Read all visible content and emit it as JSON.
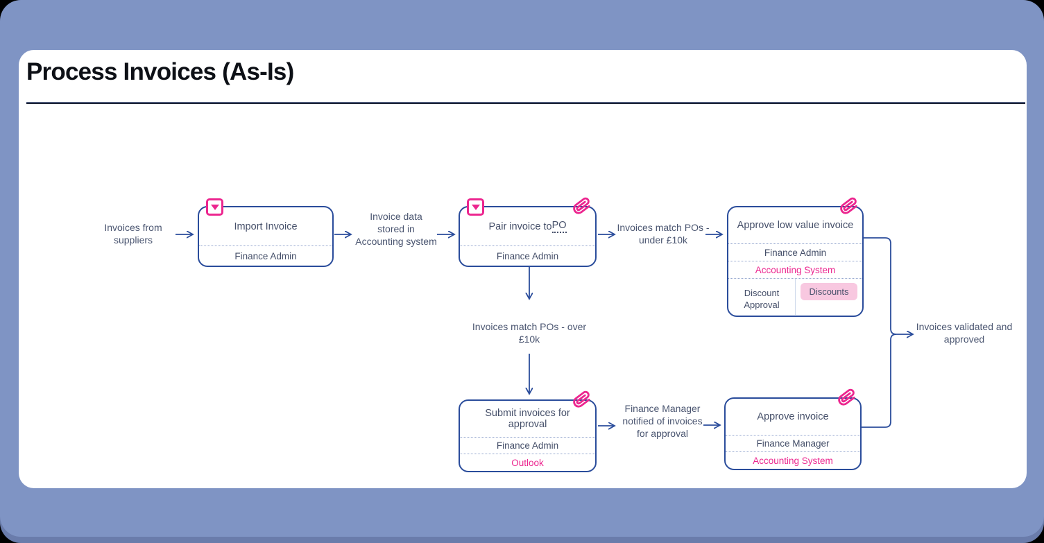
{
  "header": {
    "title": "Process Invoices (As-Is)"
  },
  "colors": {
    "background_blue": "#7F94C4",
    "line_navy": "#2A4C9B",
    "accent_pink": "#EC268F",
    "badge_pink_bg": "#F8C8E0",
    "text_slate": "#454F69"
  },
  "flow_labels": {
    "input": "Invoices from suppliers",
    "invoice_data_stored": "Invoice data stored in Accounting system",
    "match_under_10k": "Invoices match POs - under £10k",
    "match_over_10k": "Invoices match POs - over £10k",
    "manager_notified": "Finance Manager notified of invoices for approval",
    "output": "Invoices validated and approved"
  },
  "boxes": {
    "import_invoice": {
      "title": "Import Invoice",
      "role": "Finance Admin"
    },
    "pair_invoice": {
      "title_prefix": "Pair invoice to ",
      "title_term": "PO",
      "role": "Finance Admin"
    },
    "approve_low_value": {
      "title": "Approve low value invoice",
      "role": "Finance Admin",
      "system": "Accounting System",
      "sublane_label": "Discount Approval",
      "tag": "Discounts"
    },
    "submit_for_approval": {
      "title": "Submit invoices for approval",
      "role": "Finance Admin",
      "system": "Outlook"
    },
    "approve_invoice": {
      "title": "Approve invoice",
      "role": "Finance Manager",
      "system": "Accounting System"
    }
  },
  "icons": {
    "drilldown": "square with down triangle",
    "attachment": "paperclip"
  }
}
